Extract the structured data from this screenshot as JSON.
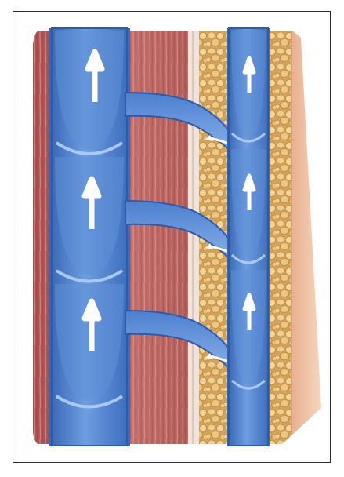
{
  "figure": {
    "panel_count": 1,
    "printed_text": ""
  },
  "colors": {
    "frame_border": "#2b2b2b",
    "muscle_base": "#b9615f",
    "muscle_fiber": "#d68c86",
    "fascia": "#f2e6e0",
    "fat_base": "#d7a861",
    "fat_cell": "#efcd8c",
    "skin": "#f1c4a3",
    "vein_outer": "#3e72c2",
    "vein_inner": "#7aa7e6",
    "vein_highlight": "#b9d3f7",
    "flow_arrow": "#ffffff"
  },
  "icons": {
    "deep_vein_arrow": "arrow-up-icon",
    "superficial_vein_arrow": "arrow-up-icon",
    "perforator_arrow": "arrow-left-icon"
  },
  "structures": {
    "deep_vein_valve_segments": 3,
    "superficial_vein_valve_segments": 3,
    "perforator_veins": 3
  }
}
